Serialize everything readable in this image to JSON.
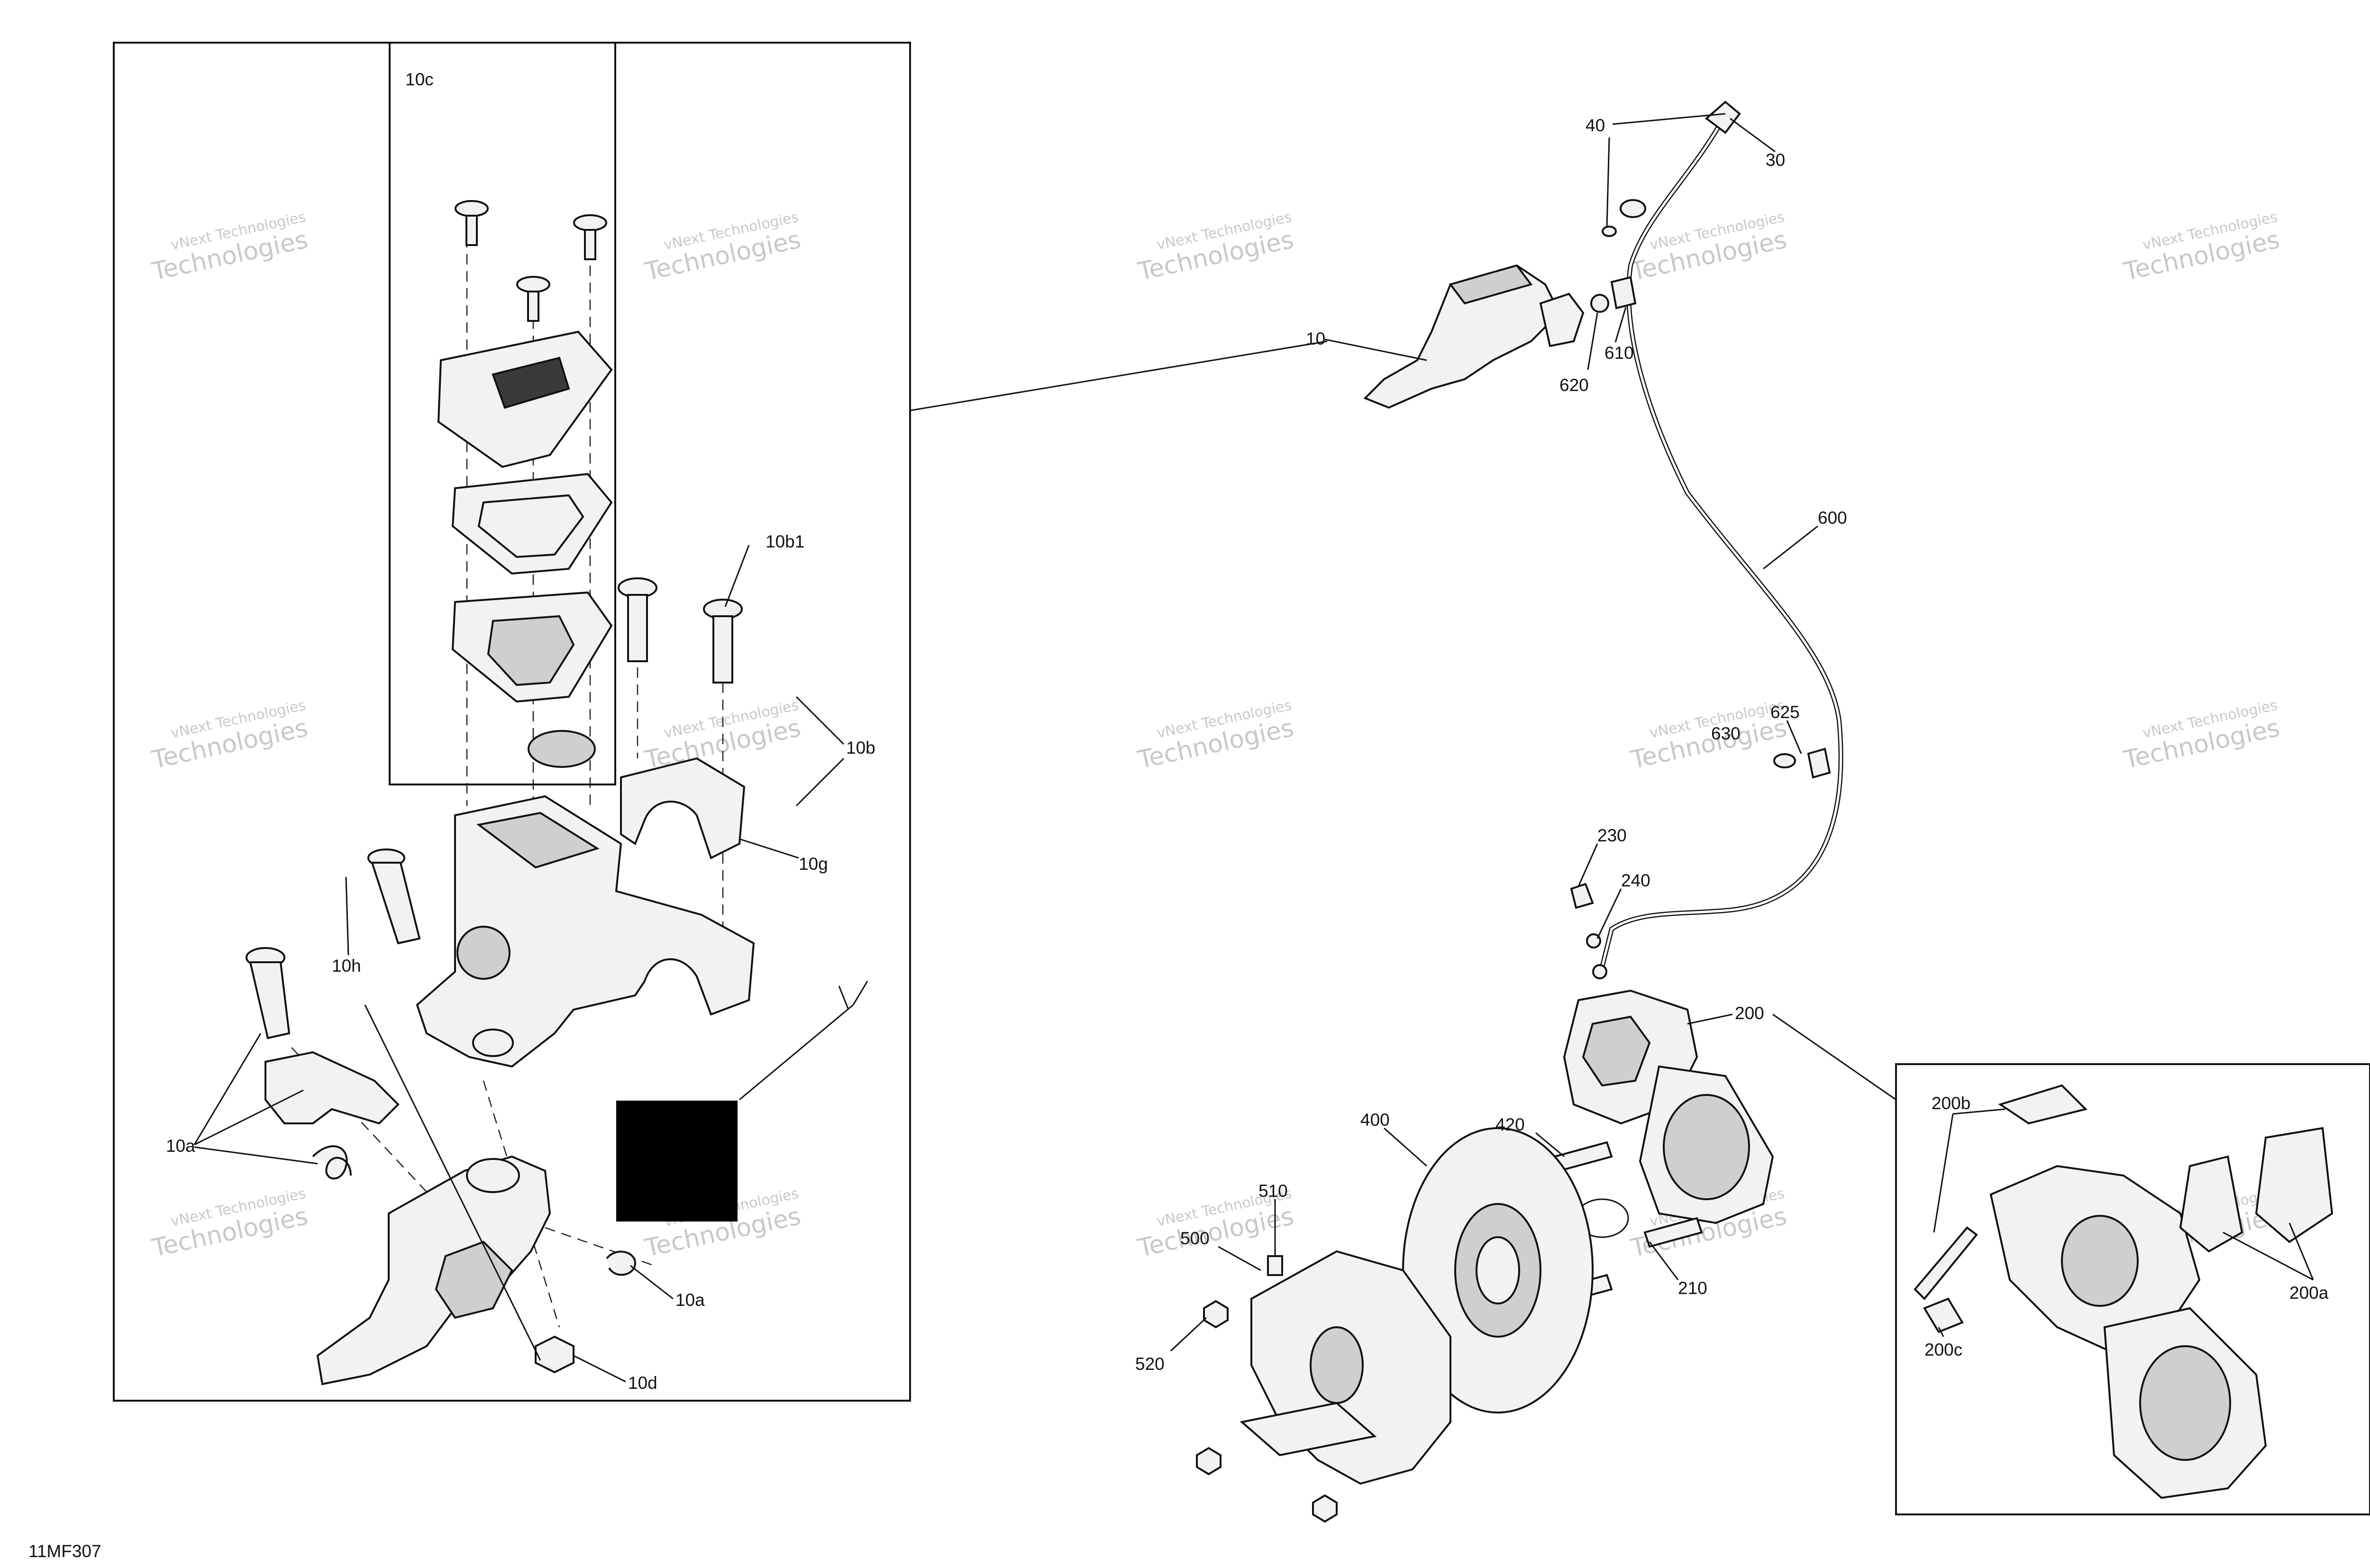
{
  "figure_code": "11MF307",
  "watermark": {
    "line1": "vNext Technologies",
    "line2": "Technologies"
  },
  "inset_main": {
    "label_10c": "10c"
  },
  "labels": {
    "l10": "10",
    "l30": "30",
    "l40": "40",
    "l600": "600",
    "l610": "610",
    "l620": "620",
    "l625": "625",
    "l630": "630",
    "l230": "230",
    "l240": "240",
    "l200": "200",
    "l400": "400",
    "l420": "420",
    "l210": "210",
    "l500": "500",
    "l510": "510",
    "l520": "520",
    "l10b1": "10b1",
    "l10b": "10b",
    "l10g": "10g",
    "l10h": "10h",
    "l10a_left": "10a",
    "l10a_right": "10a",
    "l10d": "10d",
    "l200a": "200a",
    "l200b": "200b",
    "l200c": "200c"
  },
  "colors": {
    "ink": "#111111",
    "watermark": "#c8c8c8",
    "redaction": "#000000"
  }
}
